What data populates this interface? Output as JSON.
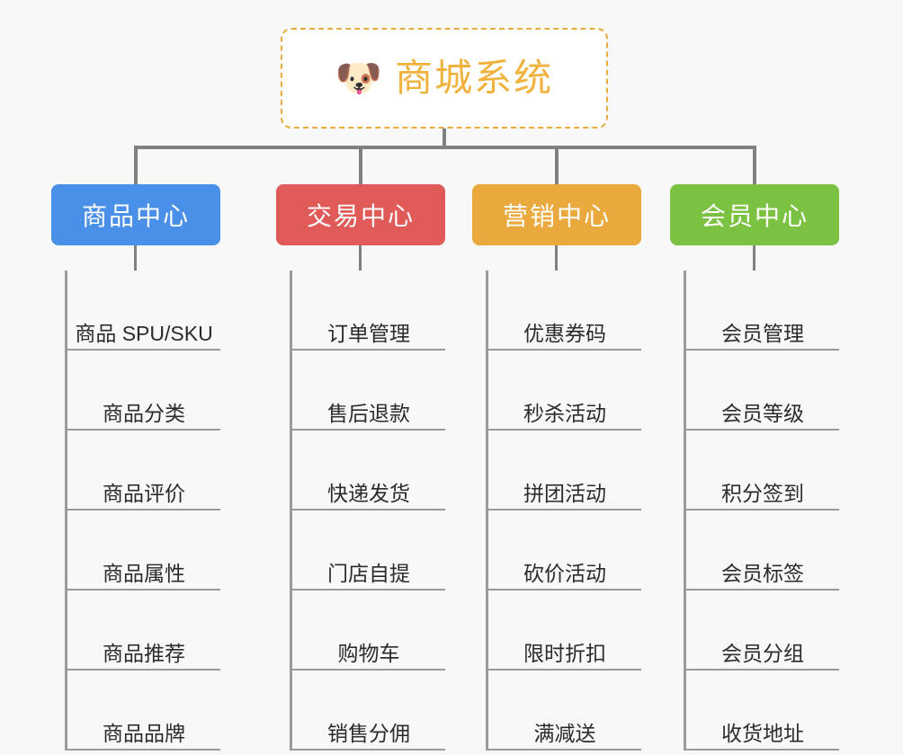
{
  "root": {
    "icon": "dog-face-icon",
    "icon_glyph": "🐶",
    "title": "商城系统",
    "accent_color": "#f0b23c",
    "border_color": "#e8ab3e",
    "background": "#ffffff"
  },
  "canvas": {
    "background": "#f8f8f8",
    "connector_color": "#808080",
    "divider_color": "#9a9a9a",
    "label_color": "#2b2b2b"
  },
  "groups": [
    {
      "label": "商品中心",
      "color": "#4a90e8",
      "children": [
        "商品 SPU/SKU",
        "商品分类",
        "商品评价",
        "商品属性",
        "商品推荐",
        "商品品牌"
      ]
    },
    {
      "label": "交易中心",
      "color": "#e05a57",
      "children": [
        "订单管理",
        "售后退款",
        "快递发货",
        "门店自提",
        "购物车",
        "销售分佣"
      ]
    },
    {
      "label": "营销中心",
      "color": "#eaa93c",
      "children": [
        "优惠券码",
        "秒杀活动",
        "拼团活动",
        "砍价活动",
        "限时折扣",
        "满减送"
      ]
    },
    {
      "label": "会员中心",
      "color": "#7cc242",
      "children": [
        "会员管理",
        "会员等级",
        "积分签到",
        "会员标签",
        "会员分组",
        "收货地址"
      ]
    }
  ]
}
